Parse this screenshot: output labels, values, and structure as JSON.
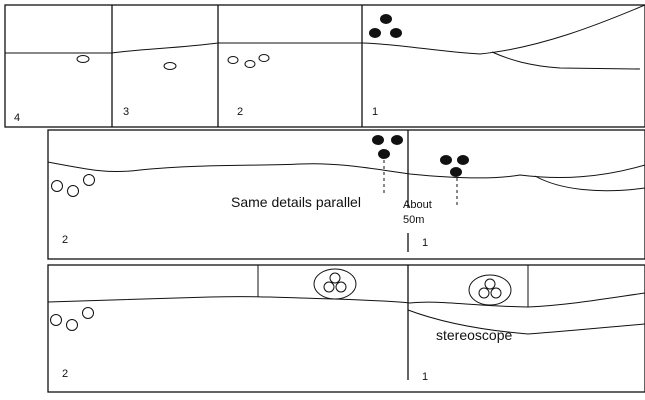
{
  "strips": [
    {
      "frames": [
        "4",
        "3",
        "2",
        "1"
      ]
    },
    {
      "frames": [
        "2",
        "1"
      ],
      "caption": "Same details parallel",
      "distance_note": [
        "About",
        "50m"
      ]
    },
    {
      "frames": [
        "2",
        "1"
      ],
      "caption": "stereoscope"
    }
  ],
  "symbols": {
    "reference_marker": "three-black-dots-icon",
    "hollow_marker": "three-hollow-circles-icon",
    "stereo_marker": "circled-three-circles-icon"
  },
  "colors": {
    "ink": "#111111",
    "background": "#ffffff"
  }
}
